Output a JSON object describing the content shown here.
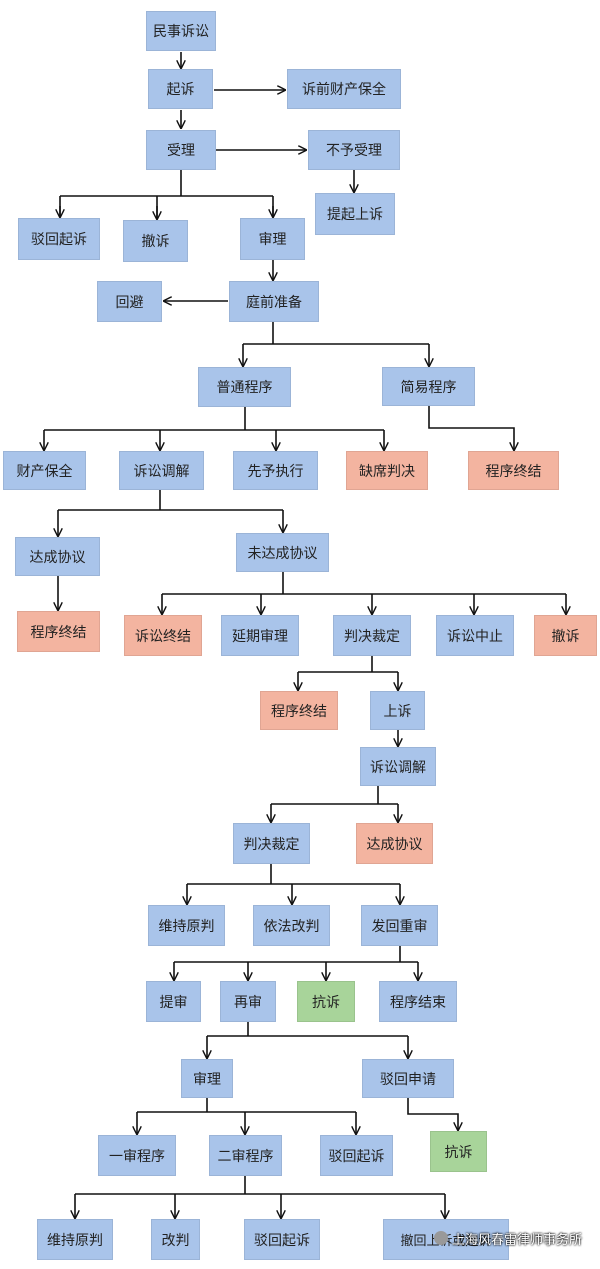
{
  "colors": {
    "blue": "#a9c4ea",
    "pink": "#f3b4a0",
    "green": "#a8d49a",
    "line": "#111111"
  },
  "nodes": {
    "n_minshi": "民事诉讼",
    "n_qisu": "起诉",
    "n_suqian": "诉前财产保全",
    "n_shouli": "受理",
    "n_buyu": "不予受理",
    "n_tiqi": "提起上诉",
    "n_bohui1": "驳回起诉",
    "n_chesu1": "撤诉",
    "n_shenli1": "审理",
    "n_huibi": "回避",
    "n_tingqian": "庭前准备",
    "n_putong": "普通程序",
    "n_jianyi": "简易程序",
    "n_caichan": "财产保全",
    "n_tiaojie1": "诉讼调解",
    "n_xianyu": "先予执行",
    "n_quexi": "缺席判决",
    "n_zhongjie1": "程序终结",
    "n_dacheng1": "达成协议",
    "n_weidacheng": "未达成协议",
    "n_zhongjie2": "程序终结",
    "n_susong_zj": "诉讼终结",
    "n_yanqi": "延期审理",
    "n_panjue1": "判决裁定",
    "n_zhongzhi": "诉讼中止",
    "n_chesu2": "撤诉",
    "n_zhongjie3": "程序终结",
    "n_shangsu": "上诉",
    "n_tiaojie2": "诉讼调解",
    "n_panjue2": "判决裁定",
    "n_dacheng2": "达成协议",
    "n_weichi1": "维持原判",
    "n_yifa": "依法改判",
    "n_fahui": "发回重审",
    "n_tishen": "提审",
    "n_zaishen": "再审",
    "n_kangsu1": "抗诉",
    "n_jieshu": "程序结束",
    "n_shenli2": "审理",
    "n_bohuisq": "驳回申请",
    "n_yishen": "一审程序",
    "n_ershen": "二审程序",
    "n_bohui2": "驳回起诉",
    "n_kangsu2": "抗诉",
    "n_weichi2": "维持原判",
    "n_gaipan": "改判",
    "n_bohui3": "驳回起诉",
    "n_chehui": "撤回上诉或起诉"
  },
  "watermark": "上海风春雷律师事务所"
}
